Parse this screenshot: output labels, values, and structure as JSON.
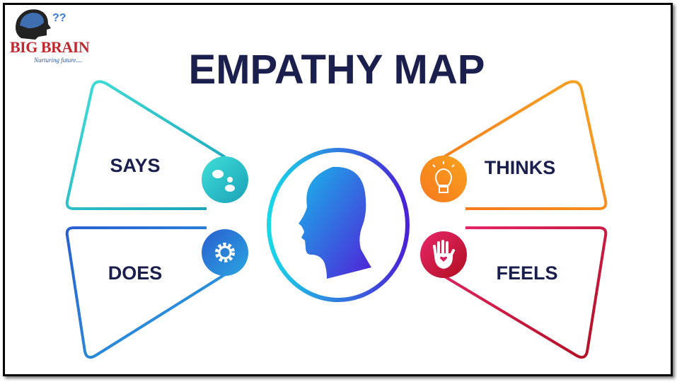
{
  "logo": {
    "name": "BIG BRAIN",
    "tagline": "Nurturing future....",
    "mark": "??"
  },
  "title": "EMPATHY MAP",
  "sections": [
    {
      "label": "SAYS",
      "icon": "speech-bubbles-icon",
      "color": "#1fb8c9"
    },
    {
      "label": "DOES",
      "icon": "gear-icon",
      "color": "#2a6fd6"
    },
    {
      "label": "THINKS",
      "icon": "lightbulb-icon",
      "color": "#f7931e"
    },
    {
      "label": "FEELS",
      "icon": "hand-heart-icon",
      "color": "#d8205a"
    }
  ],
  "center": {
    "icon": "head-profile-icon"
  }
}
